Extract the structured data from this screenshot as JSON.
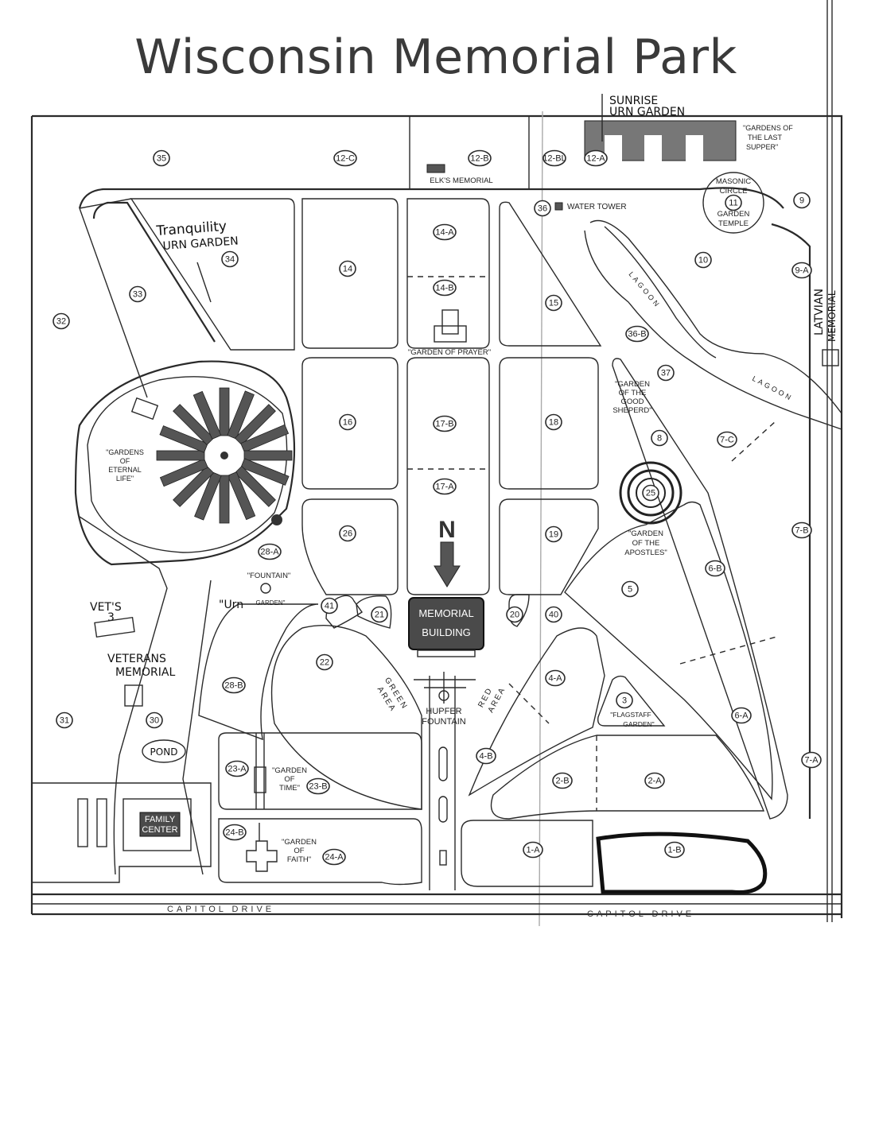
{
  "map": {
    "title": "Wisconsin Memorial Park",
    "roads": {
      "south_west": "CAPITOL DRIVE",
      "south_east": "CAPITOL DRIVE"
    },
    "plots": [
      {
        "label": "35",
        "key": "p35"
      },
      {
        "label": "12-C",
        "key": "p12c"
      },
      {
        "label": "12-B",
        "key": "p12b"
      },
      {
        "label": "12-BL",
        "key": "p12bl"
      },
      {
        "label": "12-A",
        "key": "p12a"
      },
      {
        "label": "9",
        "key": "p9"
      },
      {
        "label": "11",
        "key": "p11"
      },
      {
        "label": "36",
        "key": "p36"
      },
      {
        "label": "34",
        "key": "p34"
      },
      {
        "label": "33",
        "key": "p33"
      },
      {
        "label": "32",
        "key": "p32"
      },
      {
        "label": "14",
        "key": "p14"
      },
      {
        "label": "14-A",
        "key": "p14a"
      },
      {
        "label": "14-B",
        "key": "p14b"
      },
      {
        "label": "15",
        "key": "p15"
      },
      {
        "label": "10",
        "key": "p10"
      },
      {
        "label": "9-A",
        "key": "p9a"
      },
      {
        "label": "36-B",
        "key": "p36b"
      },
      {
        "label": "37",
        "key": "p37"
      },
      {
        "label": "16",
        "key": "p16"
      },
      {
        "label": "17-B",
        "key": "p17b"
      },
      {
        "label": "18",
        "key": "p18"
      },
      {
        "label": "8",
        "key": "p8"
      },
      {
        "label": "7-C",
        "key": "p7c"
      },
      {
        "label": "17-A",
        "key": "p17a"
      },
      {
        "label": "25",
        "key": "p25"
      },
      {
        "label": "26",
        "key": "p26"
      },
      {
        "label": "19",
        "key": "p19"
      },
      {
        "label": "7-B",
        "key": "p7b"
      },
      {
        "label": "28-A",
        "key": "p28a"
      },
      {
        "label": "6-B",
        "key": "p6b"
      },
      {
        "label": "5",
        "key": "p5"
      },
      {
        "label": "41",
        "key": "p41"
      },
      {
        "label": "21",
        "key": "p21"
      },
      {
        "label": "20",
        "key": "p20"
      },
      {
        "label": "40",
        "key": "p40"
      },
      {
        "label": "22",
        "key": "p22"
      },
      {
        "label": "28-B",
        "key": "p28b"
      },
      {
        "label": "4-A",
        "key": "p4a"
      },
      {
        "label": "3",
        "key": "p3"
      },
      {
        "label": "6-A",
        "key": "p6a"
      },
      {
        "label": "31",
        "key": "p31"
      },
      {
        "label": "30",
        "key": "p30"
      },
      {
        "label": "4-B",
        "key": "p4b"
      },
      {
        "label": "23-A",
        "key": "p23a"
      },
      {
        "label": "23-B",
        "key": "p23b"
      },
      {
        "label": "2-B",
        "key": "p2b"
      },
      {
        "label": "2-A",
        "key": "p2a"
      },
      {
        "label": "7-A",
        "key": "p7a"
      },
      {
        "label": "24-B",
        "key": "p24b"
      },
      {
        "label": "24-A",
        "key": "p24a"
      },
      {
        "label": "1-A",
        "key": "p1a"
      },
      {
        "label": "1-B",
        "key": "p1b"
      }
    ],
    "places": {
      "elks": "ELK'S MEMORIAL",
      "water_tower": "WATER TOWER",
      "last_supper": [
        "\"GARDENS OF",
        "THE LAST",
        "SUPPER\""
      ],
      "masonic": [
        "MASONIC",
        "CIRCLE",
        "GARDEN",
        "TEMPLE"
      ],
      "lagoon_n": "LAGOON",
      "lagoon_e": "LAGOON",
      "prayer": "\"GARDEN OF PRAYER\"",
      "good_shep": [
        "\"GARDEN",
        "OF THE",
        "GOOD",
        "SHEPERD\""
      ],
      "eternal": [
        "\"GARDENS",
        "OF",
        "ETERNAL",
        "LIFE\""
      ],
      "apostles": [
        "\"GARDEN",
        "OF THE",
        "APOSTLES\""
      ],
      "fountain": "\"FOUNTAIN\"",
      "fountain_garden": "GARDEN\"",
      "memorial_building": [
        "MEMORIAL",
        "BUILDING"
      ],
      "green_area": [
        "GREEN",
        "AREA"
      ],
      "red_area": [
        "RED",
        "AREA"
      ],
      "hupfer": [
        "HUPFER",
        "FOUNTAIN"
      ],
      "flagstaff": [
        "\"FLAGSTAFF",
        "GARDEN\""
      ],
      "time": [
        "\"GARDEN",
        "OF",
        "TIME\""
      ],
      "faith": [
        "\"GARDEN",
        "OF",
        "FAITH\""
      ],
      "family_center": [
        "FAMILY",
        "CENTER"
      ],
      "north": "N"
    },
    "handwritten": {
      "sunrise": [
        "SUNRISE",
        "URN GARDEN"
      ],
      "tranquility": [
        "Tranquility",
        "URN GARDEN"
      ],
      "latvian": [
        "LATVIAN",
        "MEMORIAL"
      ],
      "vets": [
        "VET'S",
        "3"
      ],
      "veterans": [
        "VETERANS",
        "MEMORIAL"
      ],
      "pond": "POND",
      "urn": "\"Urn"
    }
  }
}
